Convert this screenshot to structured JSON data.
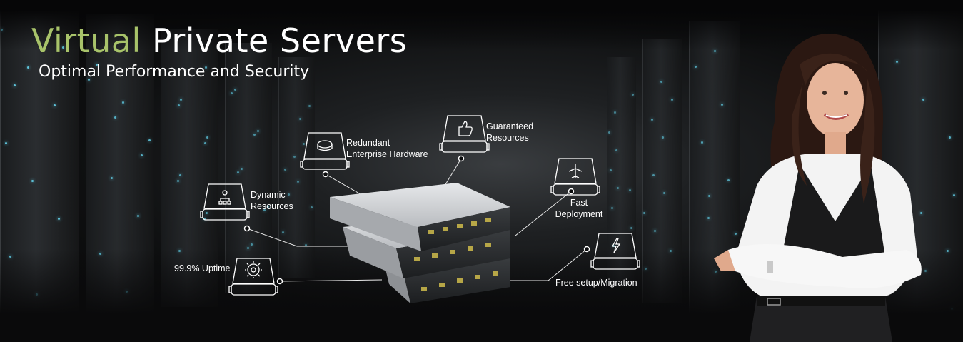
{
  "hero": {
    "title_accent": "Virtual",
    "title_rest": "Private Servers",
    "subtitle": "Optimal Performance and Security"
  },
  "features": {
    "redundant_line1": "Redundant",
    "redundant_line2": "Enterprise Hardware",
    "guaranteed_line1": "Guaranteed",
    "guaranteed_line2": "Resources",
    "dynamic_line1": "Dynamic",
    "dynamic_line2": "Resources",
    "fast_line1": "Fast",
    "fast_line2": "Deployment",
    "uptime": "99.9% Uptime",
    "free_setup": "Free setup/Migration"
  },
  "icons": {
    "redundant": "hard-drive-icon",
    "guaranteed": "thumbs-up-icon",
    "dynamic": "user-network-icon",
    "fast": "airplane-icon",
    "uptime": "gear-icon",
    "free_setup": "lightning-icon"
  },
  "colors": {
    "accent": "#a8c36a",
    "text": "#ffffff",
    "background": "#0b0c0d"
  }
}
